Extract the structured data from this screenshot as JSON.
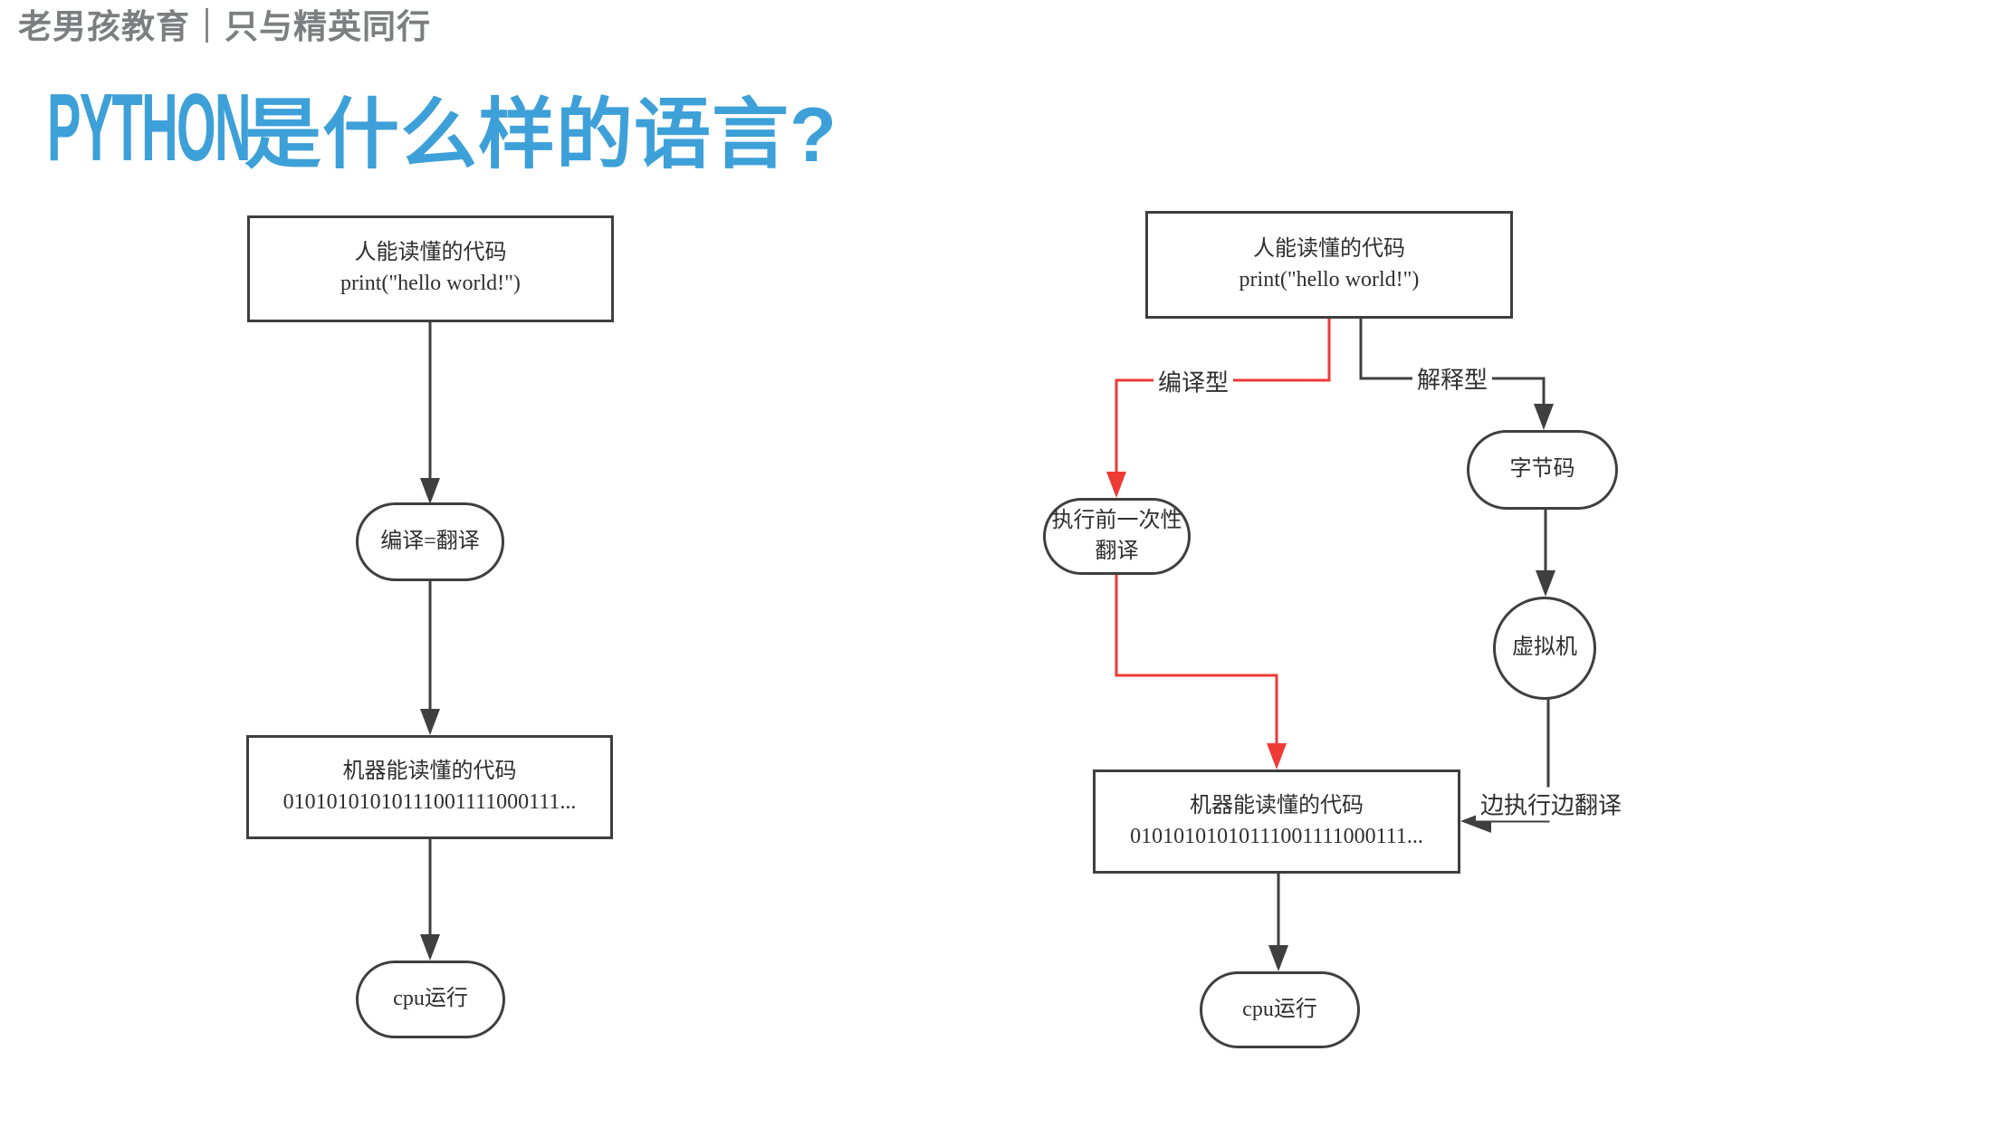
{
  "colors": {
    "accent_red": "#ee3a34",
    "line_dark": "#3f3f3f",
    "title_blue": "#3da0d8",
    "header_gray": "#7d7e80",
    "node_text": "#2f2f2f"
  },
  "header": {
    "brand": "老男孩教育｜只与精英同行"
  },
  "title": {
    "en": "PYTHON",
    "zh": "是什么样的语言?"
  },
  "diagram_left": {
    "human_code": {
      "line1": "人能读懂的代码",
      "line2": "print(\"hello world!\")"
    },
    "compile": "编译=翻译",
    "machine_code": {
      "line1": "机器能读懂的代码",
      "line2": "01010101010111001111000111..."
    },
    "cpu": "cpu运行"
  },
  "diagram_right": {
    "human_code": {
      "line1": "人能读懂的代码",
      "line2": "print(\"hello world!\")"
    },
    "branch_compiled_label": "编译型",
    "branch_interpreted_label": "解释型",
    "pre_translate": {
      "line1": "执行前一次性",
      "line2": "翻译"
    },
    "bytecode": "字节码",
    "vm": "虚拟机",
    "exec_translate_label": "边执行边翻译",
    "machine_code": {
      "line1": "机器能读懂的代码",
      "line2": "01010101010111001111000111..."
    },
    "cpu": "cpu运行"
  }
}
